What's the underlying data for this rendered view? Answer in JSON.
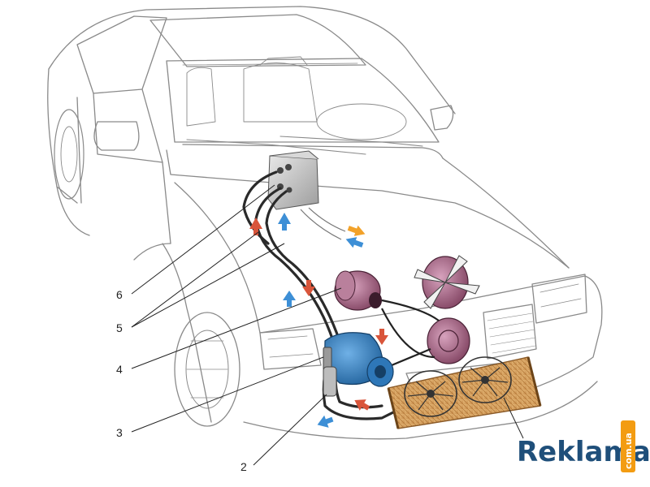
{
  "diagram": {
    "callouts": [
      {
        "id": "6",
        "label": "6"
      },
      {
        "id": "5",
        "label": "5"
      },
      {
        "id": "4",
        "label": "4"
      },
      {
        "id": "3",
        "label": "3"
      },
      {
        "id": "2",
        "label": "2"
      }
    ]
  },
  "watermark": {
    "brand": "Reklama",
    "tag": "com.ua"
  },
  "colors": {
    "outline": "#7a7a7a",
    "hose": "#2a2a2a",
    "compressor": "#2e77b8",
    "motor": "#9b5a78",
    "radiator": "#d8a765",
    "arrow_hot": "#d9553b",
    "arrow_cold": "#3d8fd6",
    "arrow_warm": "#f2a22a",
    "watermark": "#1f4f7a",
    "watermark_tag": "#f39c12"
  }
}
